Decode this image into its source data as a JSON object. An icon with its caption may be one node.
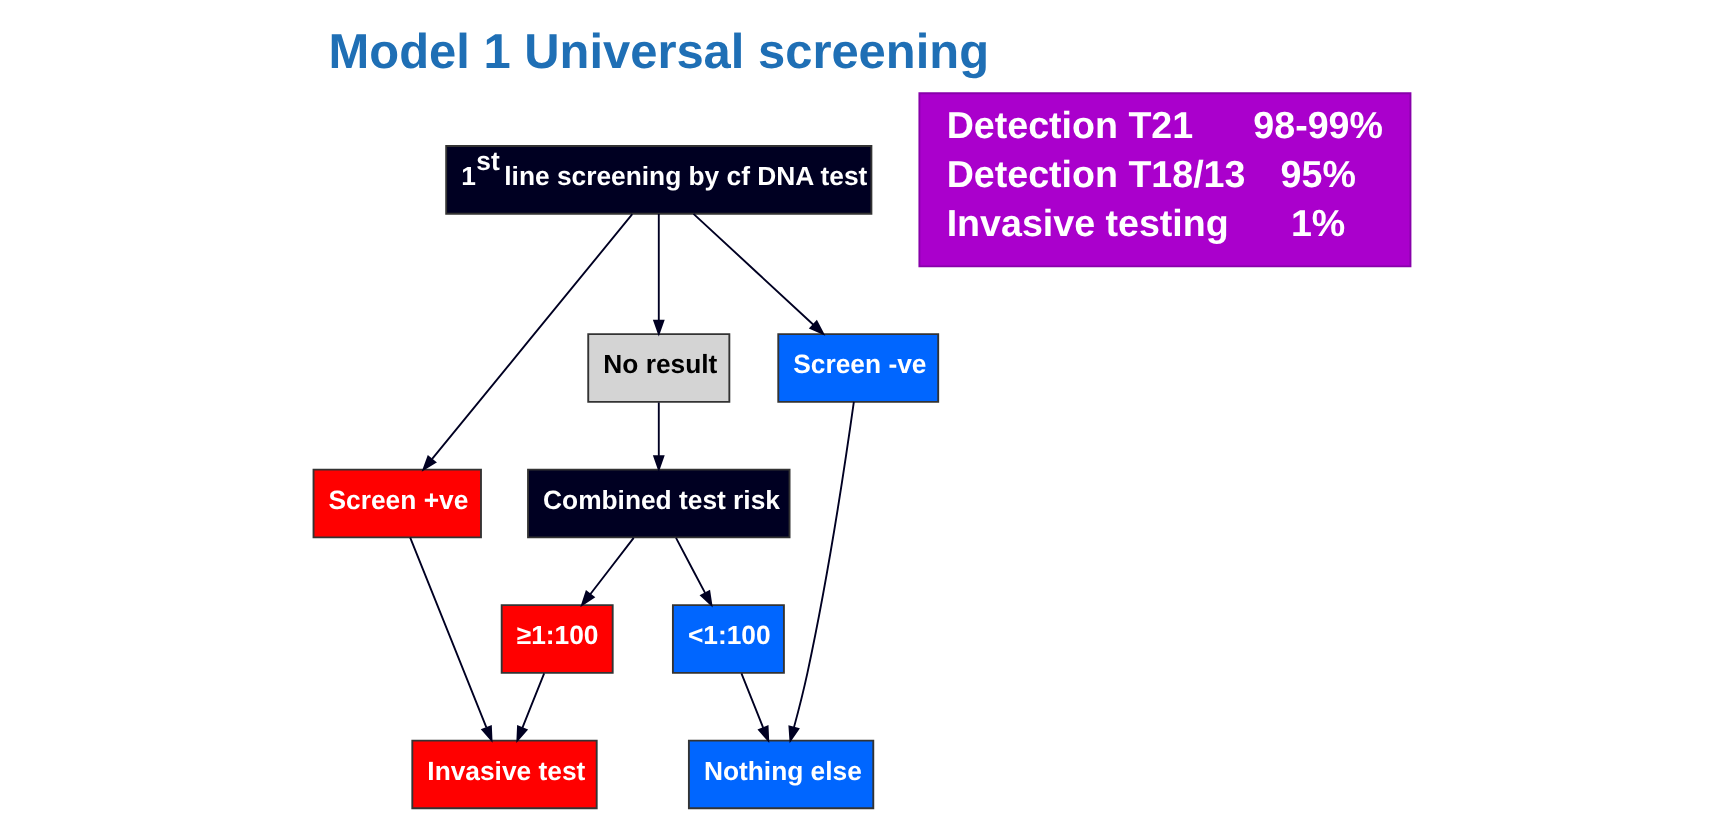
{
  "diagram": {
    "title": "Model 1 Universal screening",
    "nodes": [
      {
        "text": [
          "1$^{st}$ line screening by cf DNA test"
        ]
      },
      {
        "text": [
          "Screen +ve"
        ]
      },
      {
        "text": [
          "No result"
        ]
      },
      {
        "text": [
          "Screen -ve"
        ]
      },
      {
        "text": [
          "Combined test risk"
        ]
      },
      {
        "text": [
          "≥1:100"
        ]
      },
      {
        "text": [
          "<1:100"
        ]
      },
      {
        "text": [
          "Invasive test"
        ]
      },
      {
        "text": [
          "Nothing else"
        ]
      },
      {
        "text": [
          "Detection T21",
          "98-99%",
          "Detection T18/13",
          "95%",
          "Invasive testing",
          "1%"
        ]
      }
    ],
    "edges": [
      {
        "from": 0,
        "to": 1,
        "arrow": "to"
      },
      {
        "from": 0,
        "to": 2,
        "arrow": "to"
      },
      {
        "from": 0,
        "to": 3,
        "arrow": "to"
      },
      {
        "from": 2,
        "to": 4,
        "arrow": "to"
      },
      {
        "from": 4,
        "to": 5,
        "arrow": "to"
      },
      {
        "from": 4,
        "to": 6,
        "arrow": "to"
      },
      {
        "from": 1,
        "to": 7,
        "arrow": "to"
      },
      {
        "from": 5,
        "to": 7,
        "arrow": "to"
      },
      {
        "from": 6,
        "to": 8,
        "arrow": "to"
      },
      {
        "from": 3,
        "to": 8,
        "arrow": "to"
      }
    ]
  }
}
